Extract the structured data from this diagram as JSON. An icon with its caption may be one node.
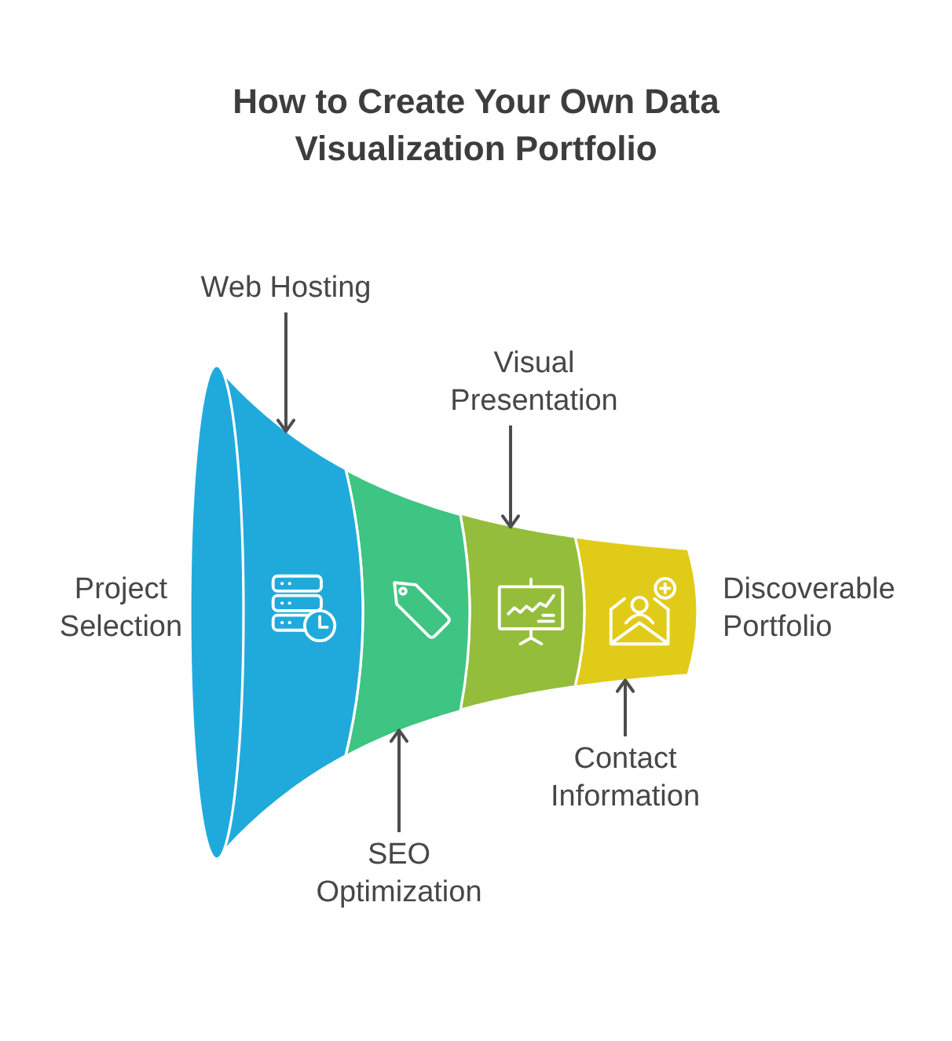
{
  "diagram": {
    "title": "How to Create Your Own Data Visualization Portfolio",
    "nodes": [
      {
        "text": [
          "Web Hosting"
        ]
      },
      {
        "text": [
          "Visual Presentation"
        ]
      },
      {
        "text": [],
        "shape": "band"
      },
      {
        "text": [],
        "shape": "band"
      },
      {
        "text": [],
        "shape": "band"
      },
      {
        "text": [],
        "shape": "band"
      },
      {
        "text": [
          "Contact Information"
        ]
      },
      {
        "text": [
          "SEO Optimization"
        ]
      }
    ],
    "edges": [
      {
        "from": 0,
        "to": 2,
        "arrow": "to"
      },
      {
        "from": 1,
        "to": 4,
        "arrow": "to"
      },
      {
        "from": 6,
        "to": 5,
        "arrow": "to"
      },
      {
        "from": 7,
        "to": 3,
        "arrow": "to"
      }
    ],
    "labels": [
      "Project Selection",
      "Discoverable Portfolio"
    ]
  }
}
